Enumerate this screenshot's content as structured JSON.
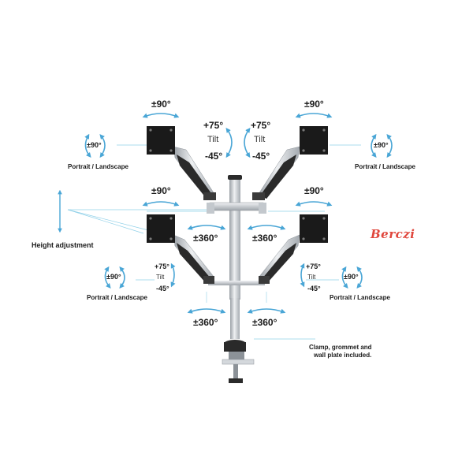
{
  "labels": {
    "swivel_90": "±90°",
    "swivel_360": "±360°",
    "tilt_up": "+75°",
    "tilt_word": "Tilt",
    "tilt_down": "-45°",
    "portrait_landscape": "Portrait / Landscape",
    "height_adjustment": "Height adjustment",
    "clamp_line1": "Clamp, grommet and",
    "clamp_line2": "wall plate included."
  },
  "watermark": {
    "text": "Berczi"
  },
  "colors": {
    "arrow": "#4aa6d6",
    "guide_line": "#8fd0e8",
    "vesa_plate": "#1a1a1a",
    "pole": "#c9cdd1",
    "arm_dark": "#2a2a2a",
    "watermark": "#e0473d"
  },
  "icons": {
    "monitor_mount": "vesa-plate-icon",
    "rotation": "curved-double-arrow-icon",
    "clamp": "desk-clamp-icon"
  }
}
